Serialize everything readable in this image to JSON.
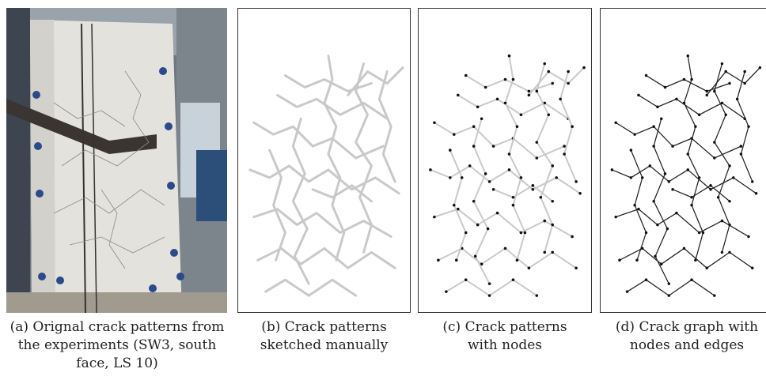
{
  "panels": [
    {
      "caption": [
        "(a) Orignal crack patterns from",
        "the experiments (SW3, south",
        "face, LS 10)"
      ]
    },
    {
      "caption": [
        "(b) Crack patterns",
        "sketched manually"
      ]
    },
    {
      "caption": [
        "(c) Crack patterns",
        "with nodes"
      ]
    },
    {
      "caption": [
        "(d) Crack graph with",
        "nodes and edges"
      ]
    }
  ],
  "colors": {
    "sketch_line": "#c9c9c9",
    "node": "#111111",
    "edge": "#222222",
    "frame": "#333333"
  }
}
